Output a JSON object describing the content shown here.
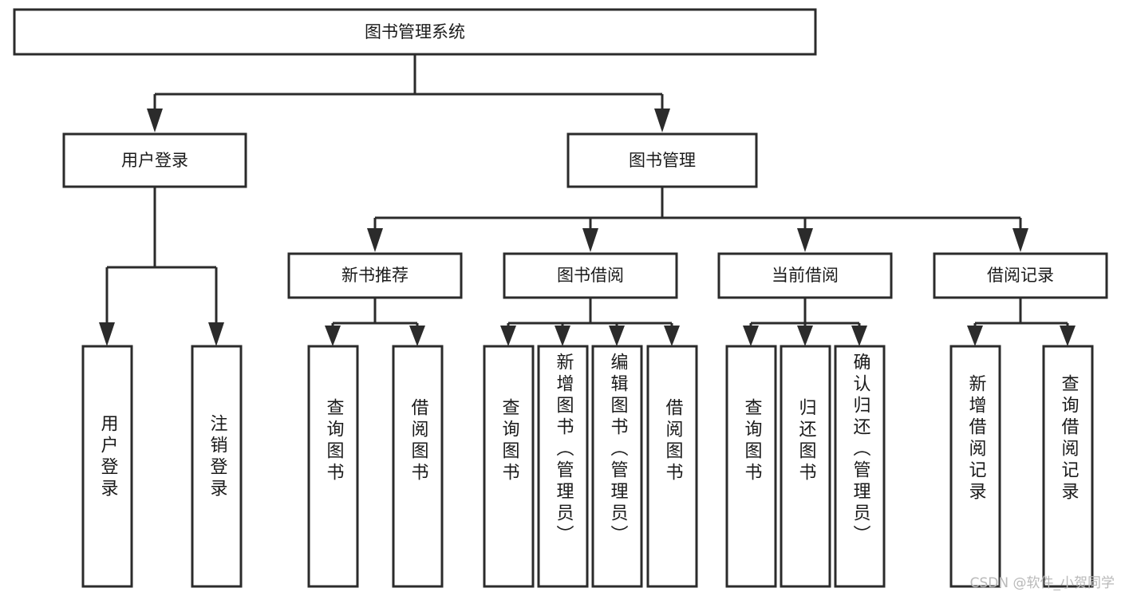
{
  "diagram": {
    "title": "图书管理系统",
    "type": "tree-hierarchy",
    "orientation": "top-down",
    "colors": {
      "box_border": "#2b2b2b",
      "box_fill": "#ffffff",
      "connector": "#2b2b2b",
      "text": "#1a1a1a",
      "watermark": "#b9b9b9",
      "background": "#ffffff"
    },
    "root": {
      "label": "图书管理系统"
    },
    "level2": [
      {
        "label": "用户登录"
      },
      {
        "label": "图书管理"
      }
    ],
    "level3": [
      {
        "label": "新书推荐"
      },
      {
        "label": "图书借阅"
      },
      {
        "label": "当前借阅"
      },
      {
        "label": "借阅记录"
      }
    ],
    "leaves": {
      "user_login": [
        {
          "label": "用户登录"
        },
        {
          "label": "注销登录"
        }
      ],
      "new_book_recommend": [
        {
          "label": "查询图书"
        },
        {
          "label": "借阅图书"
        }
      ],
      "book_borrow": [
        {
          "label": "查询图书"
        },
        {
          "label": "新增图书（管理员）"
        },
        {
          "label": "编辑图书（管理员）"
        },
        {
          "label": "借阅图书"
        }
      ],
      "current_borrow": [
        {
          "label": "查询图书"
        },
        {
          "label": "归还图书"
        },
        {
          "label": "确认归还（管理员）"
        }
      ],
      "borrow_record": [
        {
          "label": "新增借阅记录"
        },
        {
          "label": "查询借阅记录"
        }
      ]
    }
  },
  "watermark": {
    "text": "CSDN @软件_小贺同学"
  }
}
